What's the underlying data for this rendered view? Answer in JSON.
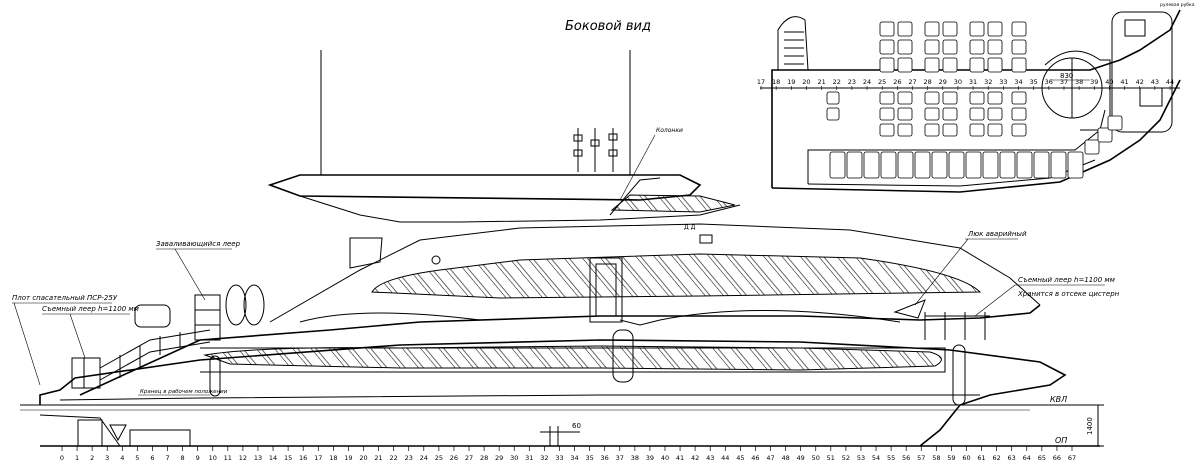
{
  "title": "Боковой вид",
  "labels": {
    "raft": "Плот спасательный ПСР-25У",
    "rail_left": "Съемный леер h=1100 мм",
    "folding_rail": "Заваливающийся леер",
    "fender": "Кранец в рабочем положении",
    "speakers": "Колонки",
    "hatch": "Люк аварийный",
    "rail_right_1": "Съемный леер h=1100 мм",
    "rail_right_2": "Хранится в отсеке цистерн",
    "kvl": "КВЛ",
    "op": "ОП",
    "height_dim": "1400",
    "spacing_dim": "60",
    "wheelhouse": "рулевая рубка",
    "plan_dim": "830",
    "dd": "Д Д"
  },
  "frames": [
    "0",
    "1",
    "2",
    "3",
    "4",
    "5",
    "6",
    "7",
    "8",
    "9",
    "10",
    "11",
    "12",
    "13",
    "14",
    "15",
    "16",
    "17",
    "18",
    "19",
    "20",
    "21",
    "22",
    "23",
    "24",
    "25",
    "26",
    "27",
    "28",
    "29",
    "30",
    "31",
    "32",
    "33",
    "34",
    "35",
    "36",
    "37",
    "38",
    "39",
    "40",
    "41",
    "42",
    "43",
    "44",
    "45",
    "46",
    "47",
    "48",
    "49",
    "50",
    "51",
    "52",
    "53",
    "54",
    "55",
    "56",
    "57",
    "58",
    "59",
    "60",
    "61",
    "62",
    "63",
    "64",
    "65",
    "66",
    "67"
  ],
  "plan_frames": [
    "17",
    "18",
    "19",
    "20",
    "21",
    "22",
    "23",
    "24",
    "25",
    "26",
    "27",
    "28",
    "29",
    "30",
    "31",
    "32",
    "33",
    "34",
    "35",
    "36",
    "37",
    "38",
    "39",
    "40",
    "41",
    "42",
    "43",
    "44"
  ]
}
